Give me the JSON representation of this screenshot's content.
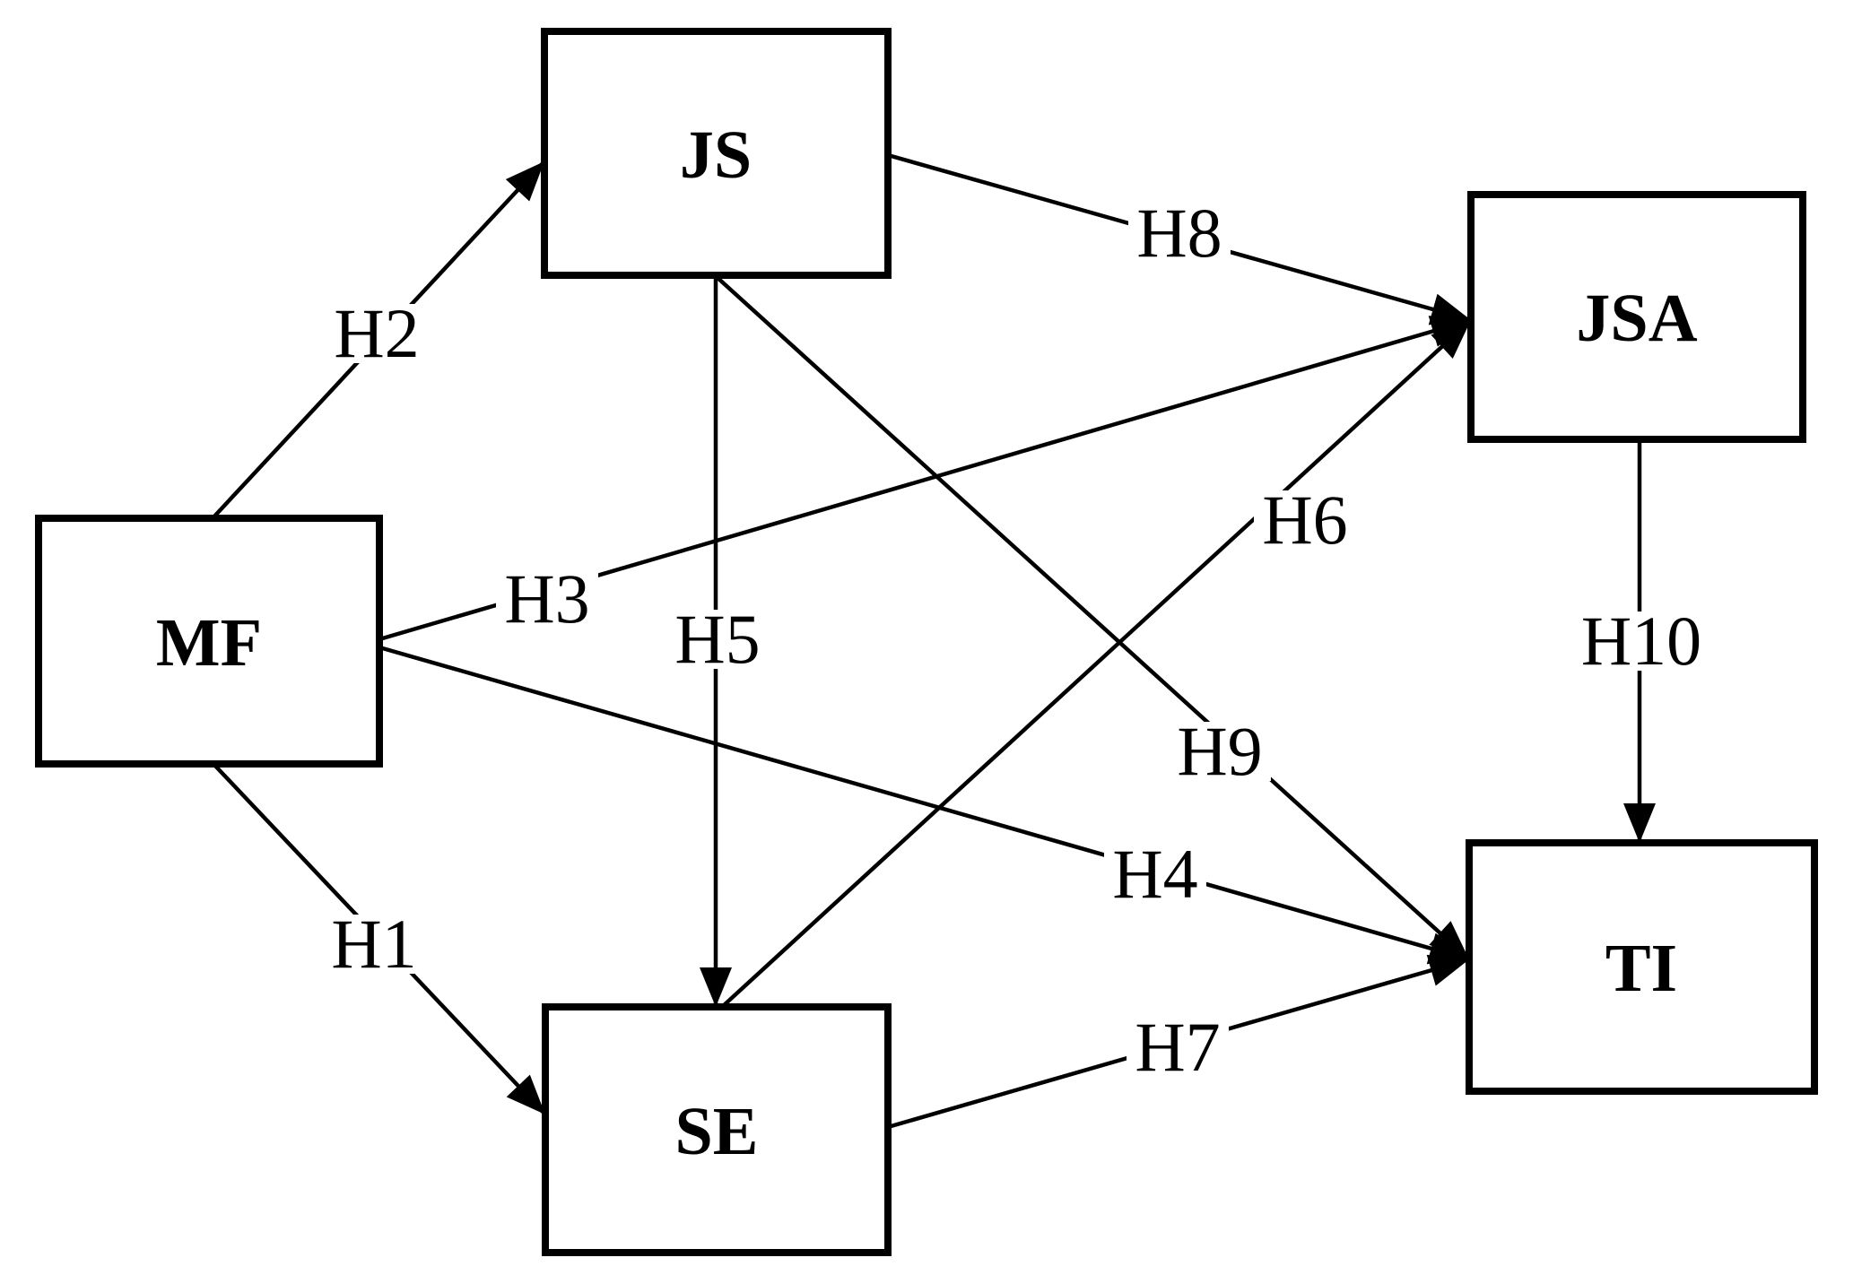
{
  "diagram": {
    "type": "hypothesis-path-model",
    "background_color": "#ffffff",
    "line_color": "#000000",
    "box_fill_color": "#ffffff",
    "nodes": [
      {
        "id": "MF",
        "label": "MF"
      },
      {
        "id": "JS",
        "label": "JS"
      },
      {
        "id": "SE",
        "label": "SE"
      },
      {
        "id": "JSA",
        "label": "JSA"
      },
      {
        "id": "TI",
        "label": "TI"
      }
    ],
    "edges": [
      {
        "id": "H1",
        "label": "H1",
        "from": "MF",
        "to": "SE"
      },
      {
        "id": "H2",
        "label": "H2",
        "from": "MF",
        "to": "JS"
      },
      {
        "id": "H3",
        "label": "H3",
        "from": "MF",
        "to": "JSA"
      },
      {
        "id": "H4",
        "label": "H4",
        "from": "MF",
        "to": "TI"
      },
      {
        "id": "H5",
        "label": "H5",
        "from": "JS",
        "to": "SE"
      },
      {
        "id": "H6",
        "label": "H6",
        "from": "SE",
        "to": "JSA"
      },
      {
        "id": "H7",
        "label": "H7",
        "from": "SE",
        "to": "TI"
      },
      {
        "id": "H8",
        "label": "H8",
        "from": "JS",
        "to": "JSA"
      },
      {
        "id": "H9",
        "label": "H9",
        "from": "JS",
        "to": "TI"
      },
      {
        "id": "H10",
        "label": "H10",
        "from": "JSA",
        "to": "TI"
      }
    ]
  }
}
